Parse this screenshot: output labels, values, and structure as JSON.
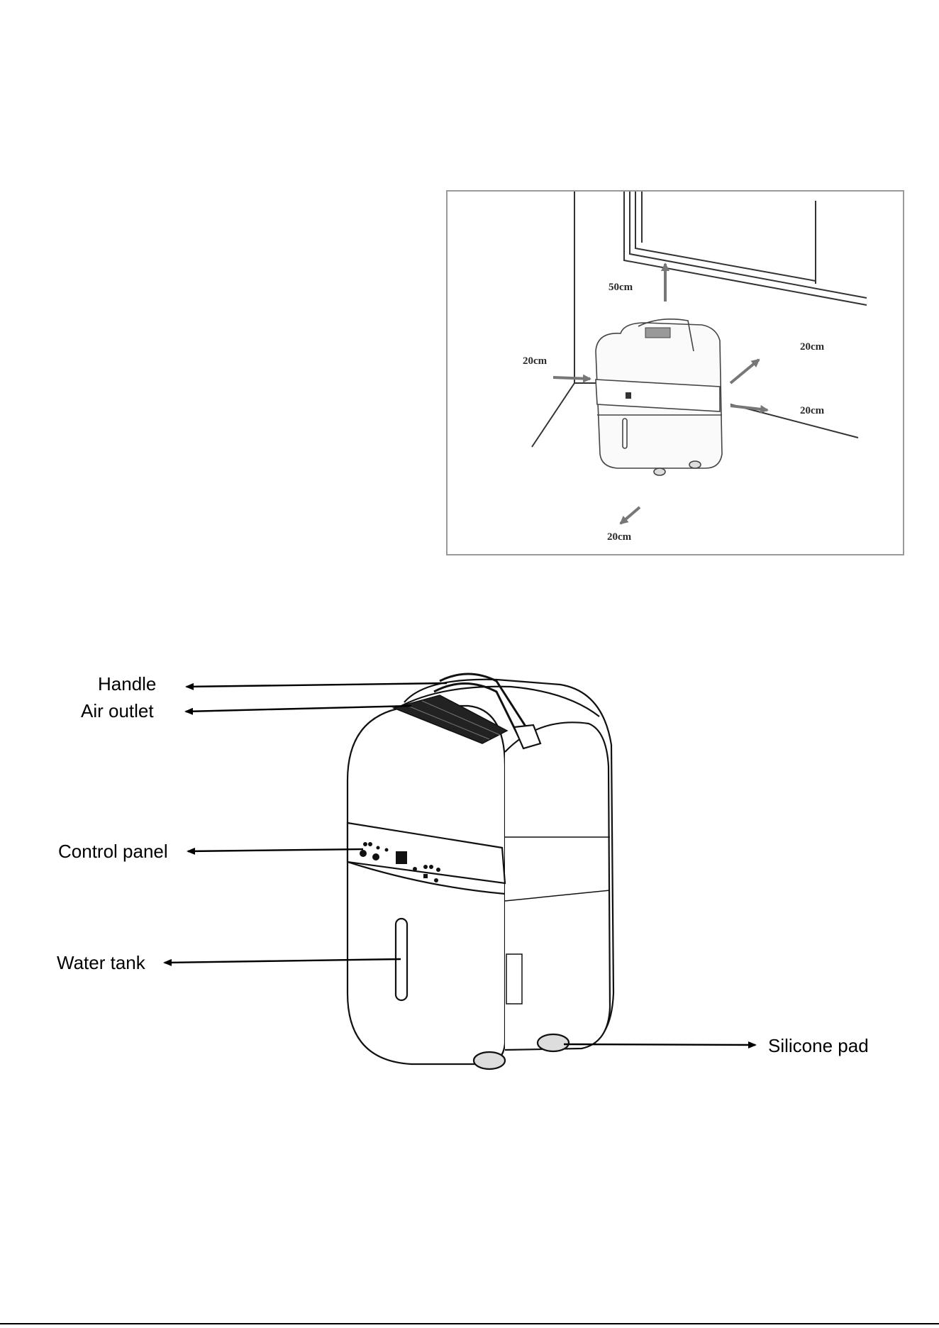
{
  "clearance_figure": {
    "labels": {
      "top": "50cm",
      "left": "20cm",
      "right_upper": "20cm",
      "right_lower": "20cm",
      "front": "20cm"
    }
  },
  "parts_figure": {
    "labels": {
      "handle": "Handle",
      "air_outlet": "Air outlet",
      "control_panel": "Control panel",
      "water_tank": "Water tank",
      "silicone_pad": "Silicone pad"
    }
  },
  "colors": {
    "line": "#000000",
    "frame": "#9a9a9a",
    "arrow_grey": "#777777"
  }
}
